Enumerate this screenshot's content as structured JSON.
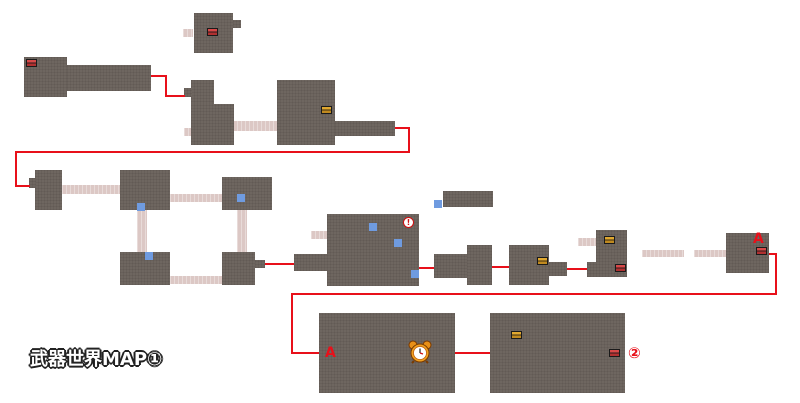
{
  "title": "武器世界MAP①",
  "markers": {
    "warp_a_top": "A",
    "warp_a_left": "A",
    "next_map": "②",
    "alert": "!"
  },
  "icons": {
    "treasure_red": "treasure-chest-red",
    "treasure_gold": "treasure-chest-gold",
    "clock": "alarm-clock",
    "item_marker": "blue-square"
  },
  "colors": {
    "room": "#6e6660",
    "corridor": "#dcc8c5",
    "route": "#e8101a",
    "item": "#6f9be0",
    "label": "#e8101a"
  }
}
